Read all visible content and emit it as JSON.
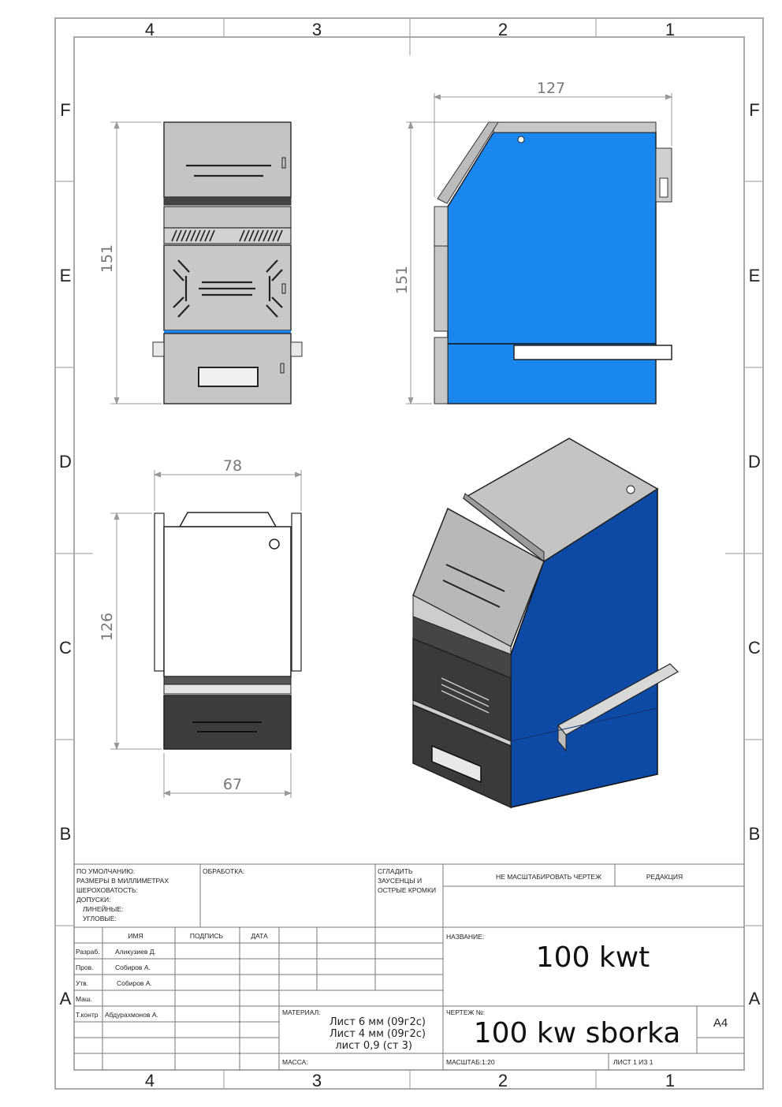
{
  "zones": {
    "columns": [
      "4",
      "3",
      "2",
      "1"
    ],
    "rows": [
      "F",
      "E",
      "D",
      "C",
      "B",
      "A"
    ]
  },
  "dimensions": {
    "front_height": "151",
    "side_width": "127",
    "side_height": "151",
    "rear_width_top": "78",
    "rear_height": "126",
    "rear_width_bottom": "67"
  },
  "title_block": {
    "defaults": [
      "ПО УМОЛЧАНИЮ:",
      "РАЗМЕРЫ В МИЛЛИМЕТРАХ",
      "ШЕРОХОВАТОСТЬ:",
      "ДОПУСКИ:",
      "ЛИНЕЙНЫЕ:",
      "УГЛОВЫЕ:"
    ],
    "finish_label": "ОБРАБОТКА:",
    "deburr": [
      "СГЛАДИТЬ",
      "ЗАУСЕНЦЫ И",
      "ОСТРЫЕ КРОМКИ"
    ],
    "no_scale": "НЕ МАСШТАБИРОВАТЬ ЧЕРТЕЖ",
    "revision": "РЕДАКЦИЯ",
    "col_name": "ИМЯ",
    "col_signature": "ПОДПИСЬ",
    "col_date": "ДАТА",
    "roles": [
      {
        "role": "Разраб.",
        "name": "Аликузиев Д."
      },
      {
        "role": "Пров.",
        "name": "Собиров А."
      },
      {
        "role": "Утв.",
        "name": "Собиров А."
      },
      {
        "role": "Маш.",
        "name": ""
      },
      {
        "role": "Т.контр",
        "name": "Абдурахмонов А."
      }
    ],
    "name_label": "НАЗВАНИЕ:",
    "title": "100 kwt",
    "material_label": "МАТЕРИАЛ:",
    "materials": [
      "Лист 6 мм (09г2с)",
      "Лист 4 мм (09г2с)",
      "лист 0,9 (ст 3)"
    ],
    "drawing_no_label": "ЧЕРТЕЖ №:",
    "drawing_no": "100 kw sborka",
    "sheet_size": "A4",
    "mass_label": "МАССА:",
    "scale": "МАСШТАБ:1:20",
    "sheet": "ЛИСТ 1 ИЗ 1"
  },
  "colors": {
    "side_blue": "#1a87f0",
    "iso_blue": "#0d4aa6",
    "panel_grey": "#c2c2c2",
    "dark_grey": "#3c3c3c"
  }
}
